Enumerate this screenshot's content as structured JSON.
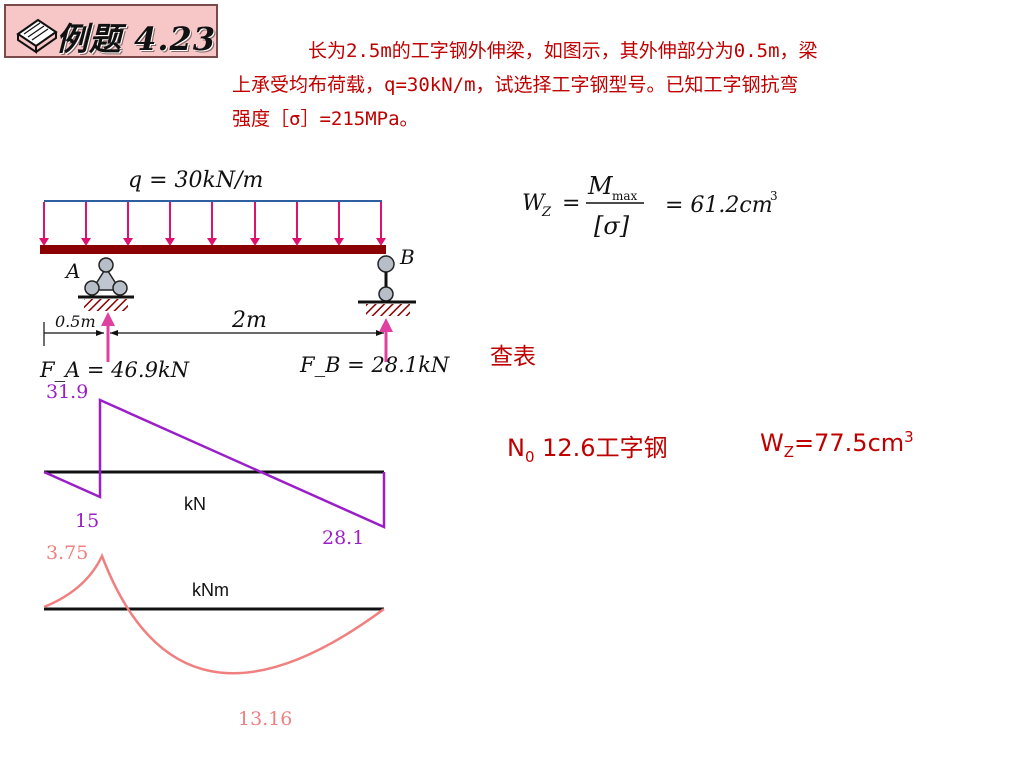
{
  "title": "例题 4.23",
  "problem_lines": [
    "长为2.5m的工字钢外伸梁，如图示，其外伸部分为0.5m，梁",
    "上承受均布荷载，q=30kN/m，试选择工字钢型号。已知工字钢抗弯",
    "强度［σ］=215MPa。"
  ],
  "load_label": "q = 30kN/m",
  "support_a_label": "A",
  "support_b_label": "B",
  "dim_overhang": "0.5m",
  "dim_span": "2m",
  "reaction_a": "F_A = 46.9kN",
  "reaction_b": "F_B = 28.1kN",
  "formula": {
    "lhs": "W",
    "lhs_sub": "Z",
    "equals": "=",
    "numerator": "M",
    "numerator_sub": "max",
    "denominator": "[σ]",
    "result": "= 61.2cm",
    "result_sup": "3"
  },
  "lookup_label": "查表",
  "result": {
    "steel_prefix": "N",
    "steel_sub": "0",
    "steel_name": " 12.6工字钢",
    "wz_prefix": "W",
    "wz_sub": "Z",
    "wz_value": "=77.5cm",
    "wz_sup": "3"
  },
  "shear_diagram": {
    "unit": "kN",
    "labels": [
      "31.9",
      "15",
      "28.1"
    ]
  },
  "moment_diagram": {
    "unit": "kNm",
    "labels": [
      "3.75",
      "13.16"
    ]
  },
  "colors": {
    "accent_red": "#c00000",
    "beam": "#8b0000",
    "load_arrow": "#e0106e",
    "load_line": "#2f5f9f",
    "shear": "#9b1fc9",
    "moment": "#f08080",
    "reaction_arrow": "#e040a0"
  }
}
